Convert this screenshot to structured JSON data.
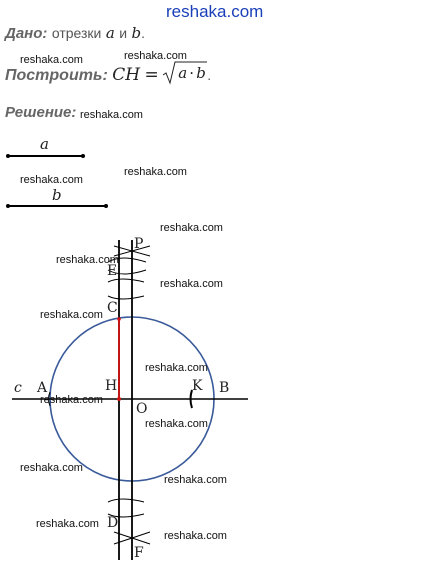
{
  "site": {
    "name": "reshaka.com",
    "color": "#1a3fb8"
  },
  "given": {
    "label": "Дано:",
    "text": "отрезки",
    "var_a": "a",
    "conj": "и",
    "var_b": "b",
    "end": "."
  },
  "construct": {
    "label": "Построить:",
    "lhs": "CH",
    "eq": "=",
    "rad_a": "a",
    "dot": "·",
    "rad_b": "b",
    "end": "."
  },
  "solution": {
    "label": "Решение:"
  },
  "segments": {
    "a": "a",
    "b": "b"
  },
  "points": {
    "P": "P",
    "E": "E",
    "C": "C",
    "A": "A",
    "H": "H",
    "O": "O",
    "K": "K",
    "B": "B",
    "D": "D",
    "F": "F",
    "c": "c"
  },
  "watermark": "reshaka.com",
  "colors": {
    "circle": "#3a5a9a",
    "ch_segment": "#d11111",
    "lines": "#000000"
  }
}
